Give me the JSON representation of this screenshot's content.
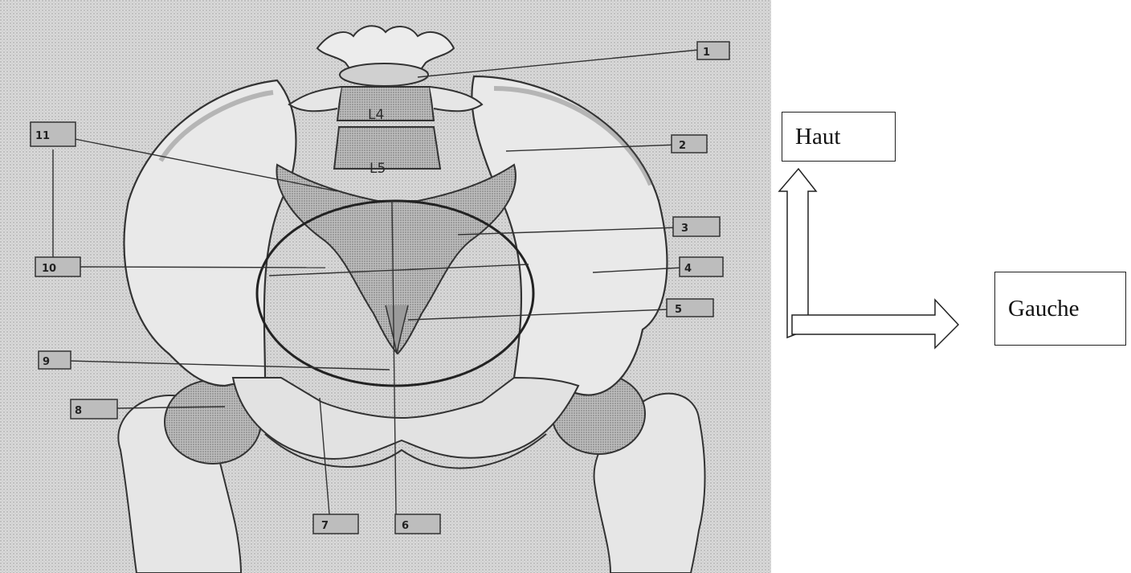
{
  "vertebrae": {
    "upper": "L4",
    "lower": "L5"
  },
  "labels": [
    "1",
    "2",
    "3",
    "4",
    "5",
    "6",
    "7",
    "8",
    "9",
    "10",
    "11"
  ],
  "orientation": {
    "up": "Haut",
    "side": "Gauche"
  },
  "colors": {
    "figure_bg": "#d6d6d6",
    "bone": "#ececec",
    "outline": "#333333",
    "box": "#bdbdbd"
  }
}
